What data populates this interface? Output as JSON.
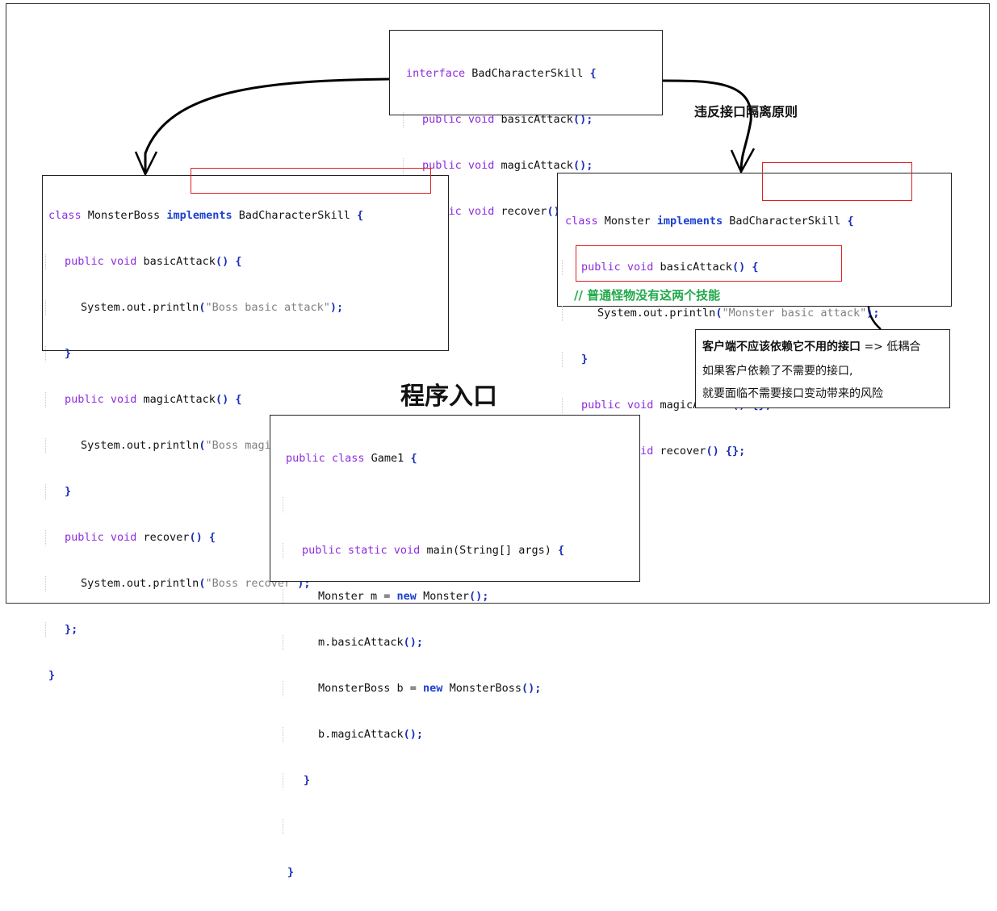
{
  "interface_box": {
    "lines": [
      [
        "interface",
        " BadCharacterSkill ",
        "{"
      ],
      [
        "public void",
        " basicAttack",
        "();"
      ],
      [
        "public void",
        " magicAttack",
        "();"
      ],
      [
        "public void",
        " recover",
        "();"
      ],
      [
        "}"
      ]
    ]
  },
  "violation_label": "违反接口隔离原则",
  "boss_box": {
    "l1_kw": "class",
    "l1_name": " MonsterBoss ",
    "l1_impl": "implements",
    "l1_iface": " BadCharacterSkill ",
    "l1_brace": "{",
    "m1_kw": "public void",
    "m1_name": " basicAttack",
    "m1_paren": "() {",
    "m1_body_pre": "System.out.println",
    "m1_str": "\"Boss basic attack\"",
    "m1_body_post": ");",
    "close1": "}",
    "m2_kw": "public void",
    "m2_name": " magicAttack",
    "m2_paren": "() {",
    "m2_body_pre": "System.out.println",
    "m2_str": "\"Boss magic attack\"",
    "m2_body_post": ");",
    "close2": "}",
    "m3_kw": "public void",
    "m3_name": " recover",
    "m3_paren": "() {",
    "m3_body_pre": "System.out.println",
    "m3_str": "\"Boss recover\"",
    "m3_body_post": ");",
    "close3": "};",
    "close_all": "}"
  },
  "monster_box": {
    "l1_kw": "class",
    "l1_name": " Monster ",
    "l1_impl": "implements",
    "l1_iface": " BadCharacterSkill ",
    "l1_brace": "{",
    "m1_kw": "public void",
    "m1_name": " basicAttack",
    "m1_paren": "() {",
    "m1_body_pre": "System.out.println",
    "m1_str": "\"Monster basic attack\"",
    "m1_body_post": ");",
    "close1": "}",
    "m2_kw": "public void",
    "m2_name": " magicAttack",
    "m2_paren": "() {};",
    "m3_kw": "public void",
    "m3_name": " recover",
    "m3_paren": "() {};",
    "close_all": "}",
    "comment": "// 普通怪物没有这两个技能"
  },
  "note": {
    "line1_bold": "客户端不应该依赖它不用的接口",
    "line1_rest": " => 低耦合",
    "line2": "如果客户依赖了不需要的接口,",
    "line3": "就要面临不需要接口变动带来的风险"
  },
  "entry_title": "程序入口",
  "game_box": {
    "l1_kw": "public class",
    "l1_name": " Game1 ",
    "l1_brace": "{",
    "l2_kw": "public static void",
    "l2_name": " main",
    "l2_args": "(String[] args) ",
    "l2_brace": "{",
    "s1_a": "Monster m = ",
    "s1_new": "new",
    "s1_b": " Monster",
    "s1_c": "();",
    "s2_a": "m.basicAttack",
    "s2_c": "();",
    "s3_a": "MonsterBoss b = ",
    "s3_new": "new",
    "s3_b": " MonsterBoss",
    "s3_c": "();",
    "s4_a": "b.magicAttack",
    "s4_c": "();",
    "close_main": "}",
    "close_class": "}"
  }
}
